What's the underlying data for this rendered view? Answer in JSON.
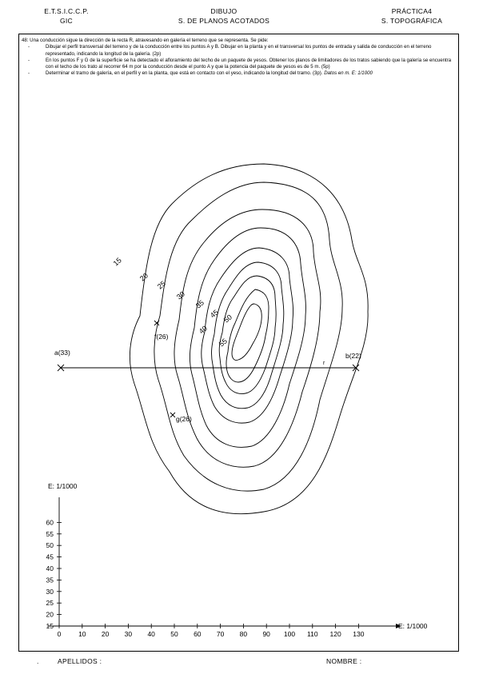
{
  "header": {
    "left_line1": "E.T.S.I.C.C.P.",
    "left_line2": "GIC",
    "center_line1": "DIBUJO",
    "center_line2": "S. DE PLANOS ACOTADOS",
    "right_line1": "PRÁCTICA4",
    "right_line2": "S. TOPOGRÁFICA"
  },
  "instructions": {
    "intro": "48: Una conducción sigue la dirección de la recta R, atravesando en galería el terreno que se representa. Se pide:",
    "bullets": [
      "Dibujar el perfil transversal del terreno y de la conducción entre los puntos A y B. Dibujar en la planta y en el transversal los puntos de entrada y salida de conducción en el terreno representado, indicando la longitud de la galería. (2p)",
      "En los puntos F y G de la superficie se ha detectado el afloramiento del techo de un paquete de yesos. Obtener los planos de limitadores de los tratos sabiendo que la galería se encuentra con el techo de los trato al recorrer 64 m por la conducción desde el punto A y que la potencia del paquete de yesos es de 5 m. (5p)",
      "Determinar el tramo de galería, en el perfil y en la planta, que está en contacto con el yeso, indicando la longitud del tramo. (3p)."
    ],
    "scale_note": "Datos en m. E: 1/1000"
  },
  "map": {
    "contour_labels": [
      "15",
      "20",
      "25",
      "30",
      "35",
      "40",
      "45",
      "50",
      "55"
    ],
    "point_a": "a(33)",
    "point_b": "b(22)",
    "point_f": "f(26)",
    "point_g": "g(26)",
    "line_label": "r"
  },
  "profile": {
    "scale_vertical": "E: 1/1000",
    "scale_horizontal": "E: 1/1000",
    "y_ticks": [
      "60",
      "55",
      "50",
      "45",
      "40",
      "35",
      "30",
      "25",
      "20",
      "15"
    ],
    "x_ticks": [
      "0",
      "10",
      "20",
      "30",
      "40",
      "50",
      "60",
      "70",
      "80",
      "90",
      "100",
      "110",
      "120",
      "130"
    ]
  },
  "footer": {
    "dot": ".",
    "surnames_label": "APELLIDOS :",
    "name_label": "NOMBRE :"
  }
}
